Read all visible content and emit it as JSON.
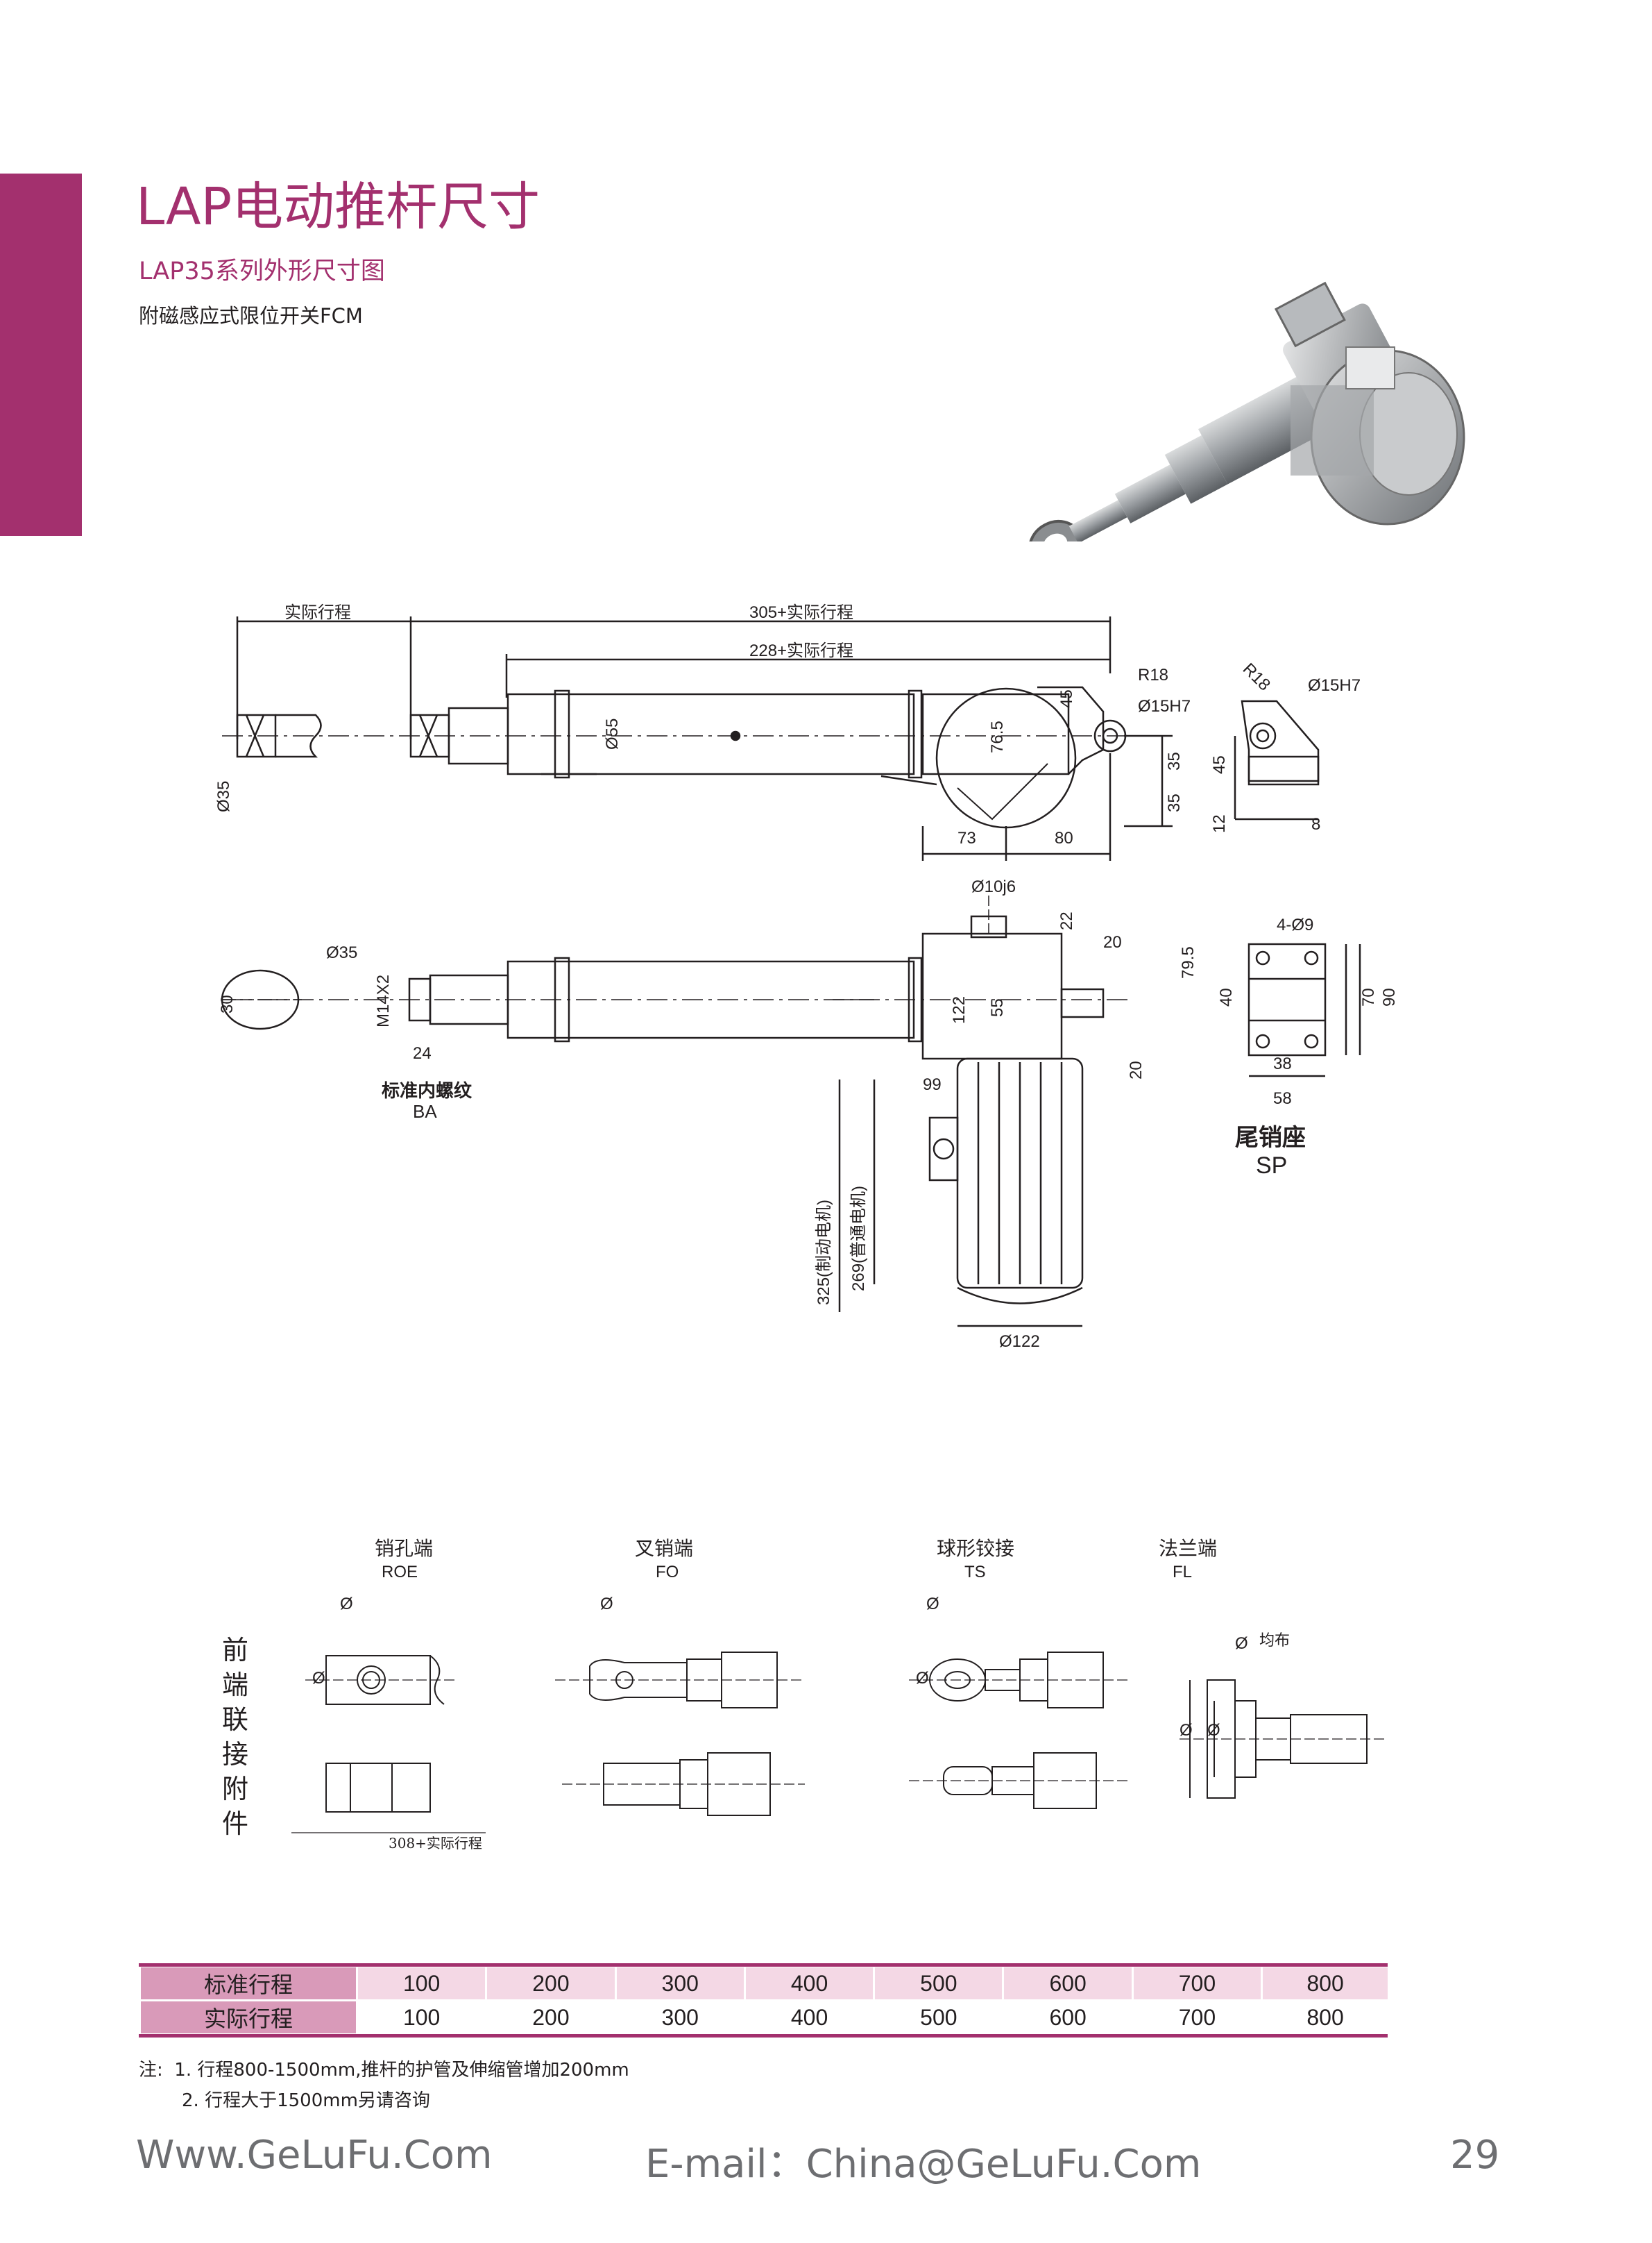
{
  "header": {
    "title": "LAP电动推杆尺寸",
    "subtitle": "LAP35系列外形尺寸图",
    "note": "附磁感应式限位开关FCM",
    "accent_color": "#a3306e"
  },
  "drawing": {
    "top_view": {
      "actual_stroke": "实际行程",
      "overall": "305+实际行程",
      "body": "228+实际行程",
      "d35": "Ø35",
      "d55": "Ø55",
      "d765": "76.5",
      "d45a": "45",
      "r18": "R18",
      "d15h7": "Ø15H7",
      "d35a": "35",
      "d35b": "35",
      "d73": "73",
      "d80": "80"
    },
    "tail_side": {
      "r18": "R18",
      "d15h7": "Ø15H7",
      "d45": "45",
      "d12": "12",
      "d8": "8"
    },
    "front_view": {
      "d10j6": "Ø10j6",
      "d22": "22",
      "d20a": "20",
      "d795": "79.5",
      "d40": "40",
      "d122": "122",
      "d55": "55",
      "d20b": "20",
      "d99": "99",
      "d325": "325(制动电机)",
      "d269": "269(普通电机)",
      "d122motor": "Ø122",
      "d35": "Ø35",
      "d30": "30",
      "m14": "M14X2",
      "d24": "24",
      "ba_label": "标准内螺纹",
      "ba_code": "BA"
    },
    "tail_seat": {
      "holes": "4-Ø9",
      "d70": "70",
      "d90": "90",
      "d38": "38",
      "d58": "58",
      "label": "尾销座",
      "code": "SP"
    }
  },
  "accessories": {
    "side_label": [
      "前",
      "端",
      "联",
      "接",
      "附",
      "件"
    ],
    "items": [
      {
        "name": "销孔端",
        "code": "ROE"
      },
      {
        "name": "叉销端",
        "code": "FO"
      },
      {
        "name": "球形铰接",
        "code": "TS"
      },
      {
        "name": "法兰端",
        "code": "FL"
      }
    ],
    "phi": "Ø",
    "even": "均布",
    "stroke_note": "308+实际行程"
  },
  "stroke_table": {
    "rows": [
      {
        "label": "标准行程",
        "values": [
          "100",
          "200",
          "300",
          "400",
          "500",
          "600",
          "700",
          "800"
        ]
      },
      {
        "label": "实际行程",
        "values": [
          "100",
          "200",
          "300",
          "400",
          "500",
          "600",
          "700",
          "800"
        ]
      }
    ]
  },
  "notes": {
    "prefix": "注:",
    "line1": "1. 行程800-1500mm,推杆的护管及伸缩管增加200mm",
    "line2": "2. 行程大于1500mm另请咨询"
  },
  "footer": {
    "website": "Www.GeLuFu.Com",
    "email": "E-mail：China@GeLuFu.Com",
    "page": "29"
  }
}
